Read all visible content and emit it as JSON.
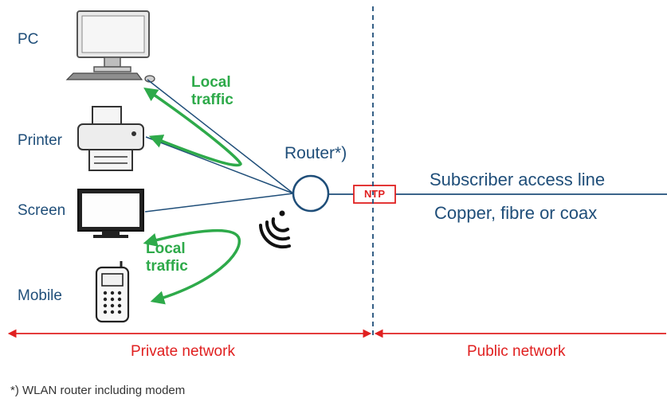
{
  "devices": {
    "pc": "PC",
    "printer": "Printer",
    "screen": "Screen",
    "mobile": "Mobile"
  },
  "traffic": {
    "top_line1": "Local",
    "top_line2": "traffic",
    "bottom_line1": "Local",
    "bottom_line2": "traffic"
  },
  "router_label": "Router*)",
  "ntp_label": "NTP",
  "line": {
    "title": "Subscriber access line",
    "media": "Copper, fibre or coax"
  },
  "networks": {
    "private": "Private network",
    "public": "Public network"
  },
  "footnote": "*) WLAN router including modem",
  "colors": {
    "blue": "#1f4e79",
    "green": "#2eaa4a",
    "red": "#e02020",
    "device_gray": "#9a9a9a"
  },
  "icons": [
    "desktop-pc-icon",
    "printer-icon",
    "monitor-icon",
    "mobile-phone-icon",
    "wifi-icon",
    "router-circle-icon"
  ]
}
